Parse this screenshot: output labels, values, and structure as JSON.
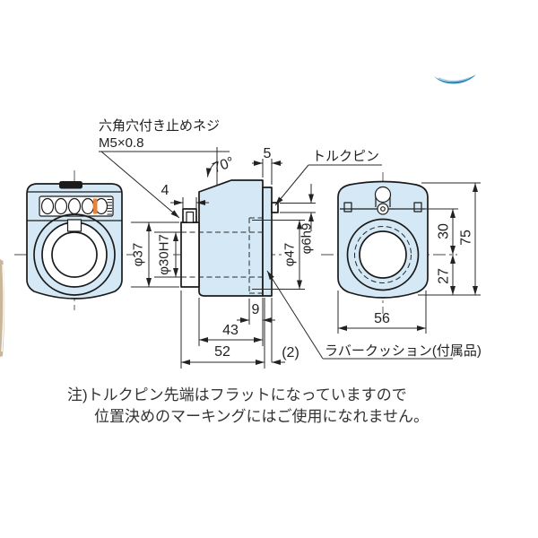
{
  "annotations": {
    "set_screw": {
      "line1": "六角穴付き止めネジ",
      "line2": "M5×0.8"
    },
    "torque_pin": "トルクピン",
    "rubber_cushion": "ラバークッション(付属品)"
  },
  "dimensions": {
    "angle_70": "70°",
    "width_5": "5",
    "width_4": "4",
    "dia_37": "φ37",
    "dia_30h7": "φ30H7",
    "dia_47": "φ47",
    "dia_6h9": "φ6h9",
    "height_30": "30",
    "height_75": "75",
    "height_27": "27",
    "width_56": "56",
    "depth_9": "9",
    "depth_43": "43",
    "depth_52": "52",
    "ref_2": "(2)"
  },
  "note": {
    "line1": "注)トルクピン先端はフラットになっていますので",
    "line2": "位置決めのマーキングにはご使用になれません。"
  },
  "colors": {
    "body_fill": "#d4e8f5",
    "outline": "#1b1b1b",
    "pointer_orange": "#e8813a",
    "swoosh_blue": "#2e86b8",
    "edge_strip_tan": "#c9b79b"
  }
}
